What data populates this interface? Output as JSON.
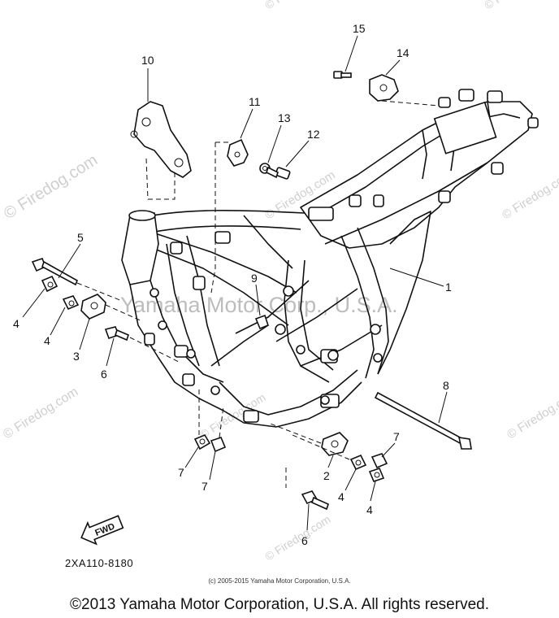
{
  "watermark": {
    "site": "© Firedog.com",
    "center": "Yamaha Motor Corp., U.S.A."
  },
  "callouts": [
    "1",
    "2",
    "3",
    "4",
    "5",
    "6",
    "7",
    "8",
    "9",
    "10",
    "11",
    "12",
    "13",
    "14",
    "15"
  ],
  "fwd_label": "FWD",
  "part_code": "2XA110-8180",
  "small_copyright": "(c) 2005-2015 Yamaha Motor Corporation, U.S.A.",
  "copyright": "©2013 Yamaha Motor Corporation, U.S.A. All rights reserved."
}
